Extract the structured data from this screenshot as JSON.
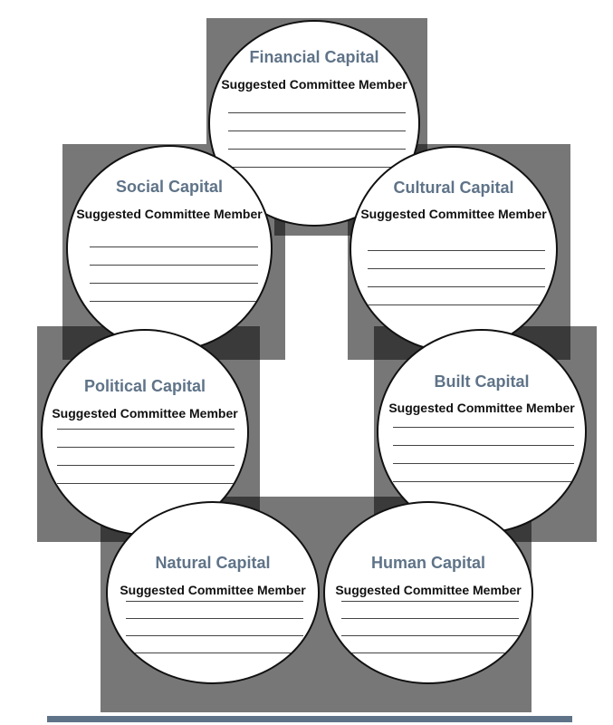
{
  "diagram": {
    "colors": {
      "box": "#777777",
      "overlap": "#3a3a3a",
      "title": "#5f7388",
      "rule": "#5f7388"
    },
    "circles": [
      {
        "id": "financial",
        "title": "Financial Capital",
        "subtitle": "Suggested Committee Member"
      },
      {
        "id": "social",
        "title": "Social Capital",
        "subtitle": "Suggested Committee Member"
      },
      {
        "id": "cultural",
        "title": "Cultural Capital",
        "subtitle": "Suggested Committee Member"
      },
      {
        "id": "political",
        "title": "Political Capital",
        "subtitle": "Suggested Committee Member"
      },
      {
        "id": "built",
        "title": "Built Capital",
        "subtitle": "Suggested Committee Member"
      },
      {
        "id": "natural",
        "title": "Natural Capital",
        "subtitle": "Suggested Committee Member"
      },
      {
        "id": "human",
        "title": "Human Capital",
        "subtitle": "Suggested Committee Member"
      }
    ]
  }
}
